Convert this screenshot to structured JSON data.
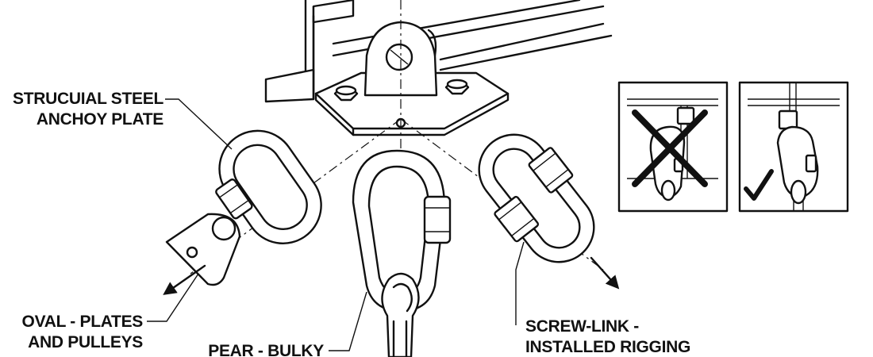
{
  "labels": {
    "anchor_line1": "STRUCUIAL STEEL",
    "anchor_line2": "ANCHOY PLATE",
    "oval_line1": "OVAL - PLATES",
    "oval_line2": "AND PULLEYS",
    "pear": "PEAR - BULKY",
    "screw_line1": "SCREW-LINK -",
    "screw_line2": "INSTALLED RIGGING"
  },
  "insets": [
    {
      "name": "incorrect-loading",
      "mark": "cross"
    },
    {
      "name": "correct-loading",
      "mark": "checkmark"
    }
  ]
}
